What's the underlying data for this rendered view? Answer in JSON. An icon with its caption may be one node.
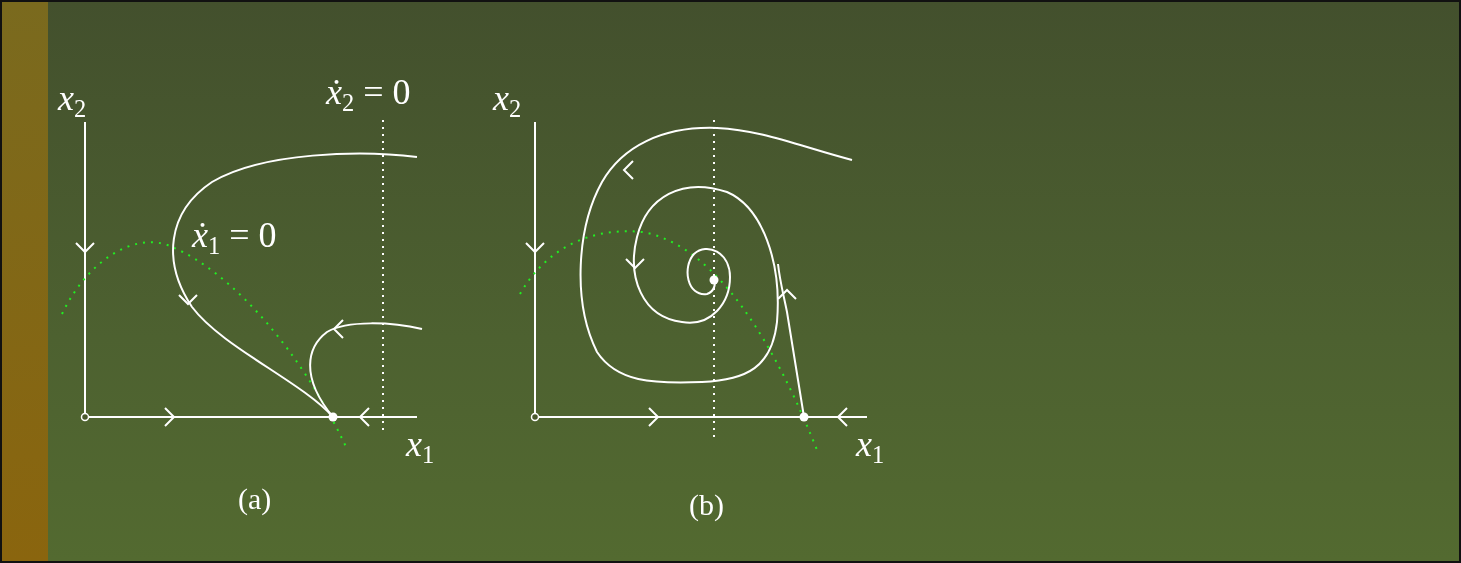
{
  "diagram": {
    "labels": [
      "*x*$_{2}$",
      "*ẋ*$_{2}$ = 0",
      "*x*$_{2}$",
      "*ẋ*$_{1}$ = 0",
      "*x*$_{1}$",
      "*x*$_{1}$",
      "(a)",
      "(b)"
    ]
  }
}
